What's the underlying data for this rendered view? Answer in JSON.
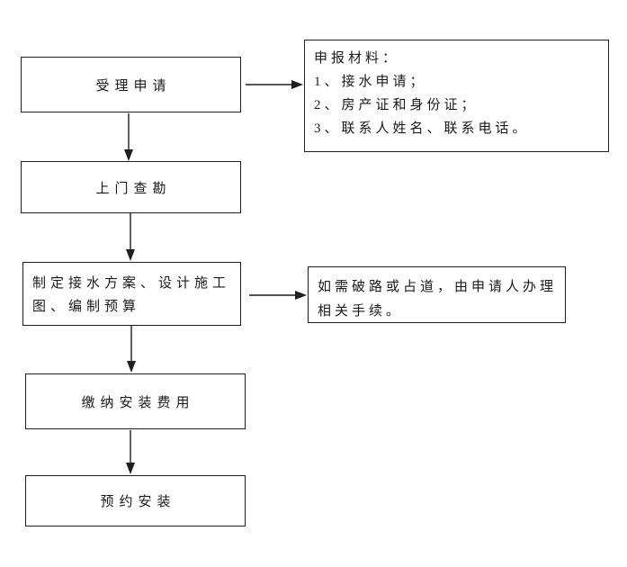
{
  "flowchart": {
    "steps": [
      {
        "id": "accept-application",
        "label": "受理申请"
      },
      {
        "id": "site-survey",
        "label": "上门查勘"
      },
      {
        "id": "plan-design-budget",
        "label": "制定接水方案、设计施工图、编制预算",
        "lines": [
          "制定接水方案、设计施工",
          "图、编制预算"
        ]
      },
      {
        "id": "pay-installation-fee",
        "label": "缴纳安装费用"
      },
      {
        "id": "schedule-installation",
        "label": "预约安装"
      }
    ],
    "notes": [
      {
        "id": "application-materials",
        "lines": [
          "申报材料：",
          "1、接水申请；",
          "2、房产证和身份证；",
          "3、联系人姓名、联系电话。"
        ]
      },
      {
        "id": "road-permit",
        "lines": [
          "如需破路或占道，由申请人办理",
          "相关手续。"
        ]
      }
    ],
    "connections": [
      {
        "from": "accept-application",
        "to": "site-survey",
        "direction": "down"
      },
      {
        "from": "accept-application",
        "to": "application-materials",
        "direction": "right"
      },
      {
        "from": "site-survey",
        "to": "plan-design-budget",
        "direction": "down"
      },
      {
        "from": "plan-design-budget",
        "to": "road-permit",
        "direction": "right"
      },
      {
        "from": "plan-design-budget",
        "to": "pay-installation-fee",
        "direction": "down"
      },
      {
        "from": "pay-installation-fee",
        "to": "schedule-installation",
        "direction": "down"
      }
    ],
    "colors": {
      "background": "#ffffff",
      "border": "#1f1f1f",
      "text": "#1a1a1a",
      "arrow": "#1f1f1f"
    }
  }
}
